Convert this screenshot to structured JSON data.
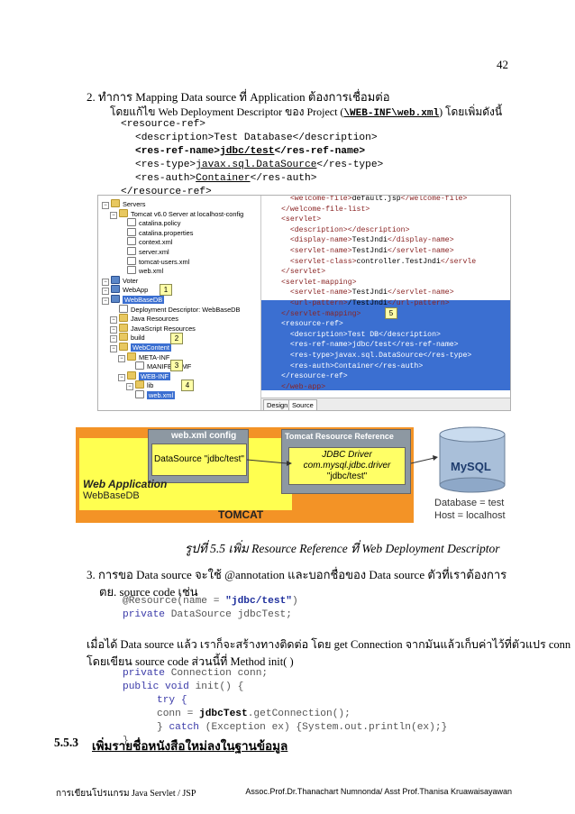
{
  "page_number": "42",
  "item2": {
    "title": "2. ทำการ Mapping Data source ที่ Application ต้องการเชื่อมต่อ",
    "desc_prefix": "โดยแก้ไข Web Deployment Descriptor ของ Project (",
    "desc_path": "\\WEB-INF\\web.xml",
    "desc_suffix": ") โดยเพิ่มดังนี้",
    "code": {
      "l1": "<resource-ref>",
      "l2_open": "<description>",
      "l2_text": "Test Database",
      "l2_close": "</description>",
      "l3_open": "<res-ref-name>",
      "l3_text": "jdbc/test",
      "l3_close": "</res-ref-name>",
      "l4_open": "<res-type>",
      "l4_text": "javax.sql.DataSource",
      "l4_close": "</res-type>",
      "l5_open": "<res-auth>",
      "l5_text": "Container",
      "l5_close": "</res-auth>",
      "l6": "</resource-ref>"
    }
  },
  "ide": {
    "tree": [
      {
        "label": "Servers",
        "type": "folder",
        "indent": 0
      },
      {
        "label": "Tomcat v6.0 Server at localhost-config",
        "type": "folder",
        "indent": 1
      },
      {
        "label": "catalina.policy",
        "type": "xml",
        "indent": 2
      },
      {
        "label": "catalina.properties",
        "type": "xml",
        "indent": 2
      },
      {
        "label": "context.xml",
        "type": "xml",
        "indent": 2
      },
      {
        "label": "server.xml",
        "type": "xml",
        "indent": 2
      },
      {
        "label": "tomcat-users.xml",
        "type": "xml",
        "indent": 2
      },
      {
        "label": "web.xml",
        "type": "xml",
        "indent": 2
      },
      {
        "label": "Voter",
        "type": "proj",
        "indent": 0
      },
      {
        "label": "WebApp",
        "type": "proj",
        "indent": 0
      },
      {
        "label": "WebBaseDB",
        "type": "proj",
        "indent": 0,
        "selected": true
      },
      {
        "label": "Deployment Descriptor: WebBaseDB",
        "type": "xml",
        "indent": 1
      },
      {
        "label": "Java Resources",
        "type": "folder",
        "indent": 1
      },
      {
        "label": "JavaScript Resources",
        "type": "folder",
        "indent": 1
      },
      {
        "label": "build",
        "type": "folder",
        "indent": 1
      },
      {
        "label": "WebContent",
        "type": "folder",
        "indent": 1,
        "selected": true
      },
      {
        "label": "META-INF",
        "type": "folder",
        "indent": 2
      },
      {
        "label": "MANIFEST.MF",
        "type": "xml",
        "indent": 3
      },
      {
        "label": "WEB-INF",
        "type": "folder",
        "indent": 2,
        "selected": true
      },
      {
        "label": "lib",
        "type": "folder",
        "indent": 3
      },
      {
        "label": "web.xml",
        "type": "xml",
        "indent": 3,
        "selected": true
      }
    ],
    "callouts": [
      "1",
      "2",
      "3",
      "4",
      "5"
    ],
    "editor_lines": [
      {
        "indent": "  ",
        "open": "<welcome-file>",
        "text": "default.jsp",
        "close": "</welcome-file>"
      },
      {
        "indent": "",
        "open": "</welcome-file-list>",
        "text": "",
        "close": ""
      },
      {
        "indent": "",
        "open": "<servlet>",
        "text": "",
        "close": ""
      },
      {
        "indent": "  ",
        "open": "<description>",
        "text": "",
        "close": "</description>"
      },
      {
        "indent": "  ",
        "open": "<display-name>",
        "text": "TestJndi",
        "close": "</display-name>"
      },
      {
        "indent": "  ",
        "open": "<servlet-name>",
        "text": "TestJndi",
        "close": "</servlet-name>"
      },
      {
        "indent": "  ",
        "open": "<servlet-class>",
        "text": "controller.TestJndi",
        "close": "</servle"
      },
      {
        "indent": "",
        "open": "</servlet>",
        "text": "",
        "close": ""
      },
      {
        "indent": "",
        "open": "<servlet-mapping>",
        "text": "",
        "close": ""
      },
      {
        "indent": "  ",
        "open": "<servlet-name>",
        "text": "TestJndi",
        "close": "</servlet-name>"
      },
      {
        "indent": "  ",
        "open": "<url-pattern>",
        "text": "/TestJndi",
        "close": "</url-pattern>"
      },
      {
        "indent": "",
        "open": "</servlet-mapping>",
        "text": "",
        "close": ""
      },
      {
        "indent": "",
        "open": "<resource-ref>",
        "text": "",
        "close": "",
        "hl": true
      },
      {
        "indent": "  ",
        "open": "<description>",
        "text": "Test DB",
        "close": "</description>",
        "hl": true
      },
      {
        "indent": "  ",
        "open": "<res-ref-name>",
        "text": "jdbc/test",
        "close": "</res-ref-name>",
        "hl": true
      },
      {
        "indent": "  ",
        "open": "<res-type>",
        "text": "javax.sql.DataSource",
        "close": "</res-type>",
        "hl": true
      },
      {
        "indent": "  ",
        "open": "<res-auth>",
        "text": "Container",
        "close": "</res-auth>",
        "hl": true
      },
      {
        "indent": "",
        "open": "</resource-ref>",
        "text": "",
        "close": "",
        "hl": true
      },
      {
        "indent": "",
        "open": "</web-app>",
        "text": "",
        "close": ""
      }
    ],
    "tabs": [
      "Design",
      "Source"
    ]
  },
  "diagram": {
    "webxml_title": "web.xml config",
    "datasource": "DataSource \"jdbc/test\"",
    "trr_title": "Tomcat Resource Reference",
    "jdbc_line1": "JDBC Driver",
    "jdbc_line2": "com.mysql.jdbc.driver",
    "jdbc_line3": "\"jdbc/test\"",
    "web_app": "Web Application",
    "webbasedb": "WebBaseDB",
    "tomcat": "TOMCAT",
    "mysql": "MySQL",
    "db_label": "Database = test",
    "host_label": "Host = localhost",
    "colors": {
      "tomcat": "#f39326",
      "webapp": "#ffff50",
      "box": "#8d98a2"
    }
  },
  "figure_caption": "รูปที่ 5.5 เพิ่ม Resource Reference ที่ Web Deployment Descriptor",
  "item3": {
    "title": "3. การขอ Data source จะใช้ @annotation และบอกชื่อของ Data source ตัวที่เราต้องการ",
    "example": "ตย. source code เช่น",
    "code_l1_a": "@Resource(name = ",
    "code_l1_b": "\"jdbc/test\"",
    "code_l1_c": ")",
    "code_l2_kw": "private",
    "code_l2_rest": " DataSource jdbcTest;"
  },
  "para": {
    "line1": "เมื่อได้ Data source แล้ว เราก็จะสร้างทางติดต่อ โดย get Connection จากมันแล้วเก็บค่าไว้ที่ตัวแปร conn",
    "line2": "โดยเขียน source code ส่วนนี้ที่ Method init( )"
  },
  "code2": {
    "l1_kw": "private",
    "l1_rest": " Connection conn;",
    "l2_kw": "public void",
    "l2_rest": " init() {",
    "l3": "try {",
    "l4_a": "conn = ",
    "l4_b": "jdbcTest",
    "l4_c": ".getConnection();",
    "l5_a": "} ",
    "l5_kw": "catch",
    "l5_rest": " (Exception ex) {System.out.println(ex);}",
    "l6": "}"
  },
  "section": {
    "number": "5.5.3",
    "title": "เพิ่มรายชื่อหนังสือใหม่ลงในฐานข้อมูล"
  },
  "footer": {
    "left": "การเขียนโปรแกรม Java Servlet / JSP",
    "right": "Assoc.Prof.Dr.Thanachart Numnonda/ Asst Prof.Thanisa Kruawaisayawan"
  }
}
